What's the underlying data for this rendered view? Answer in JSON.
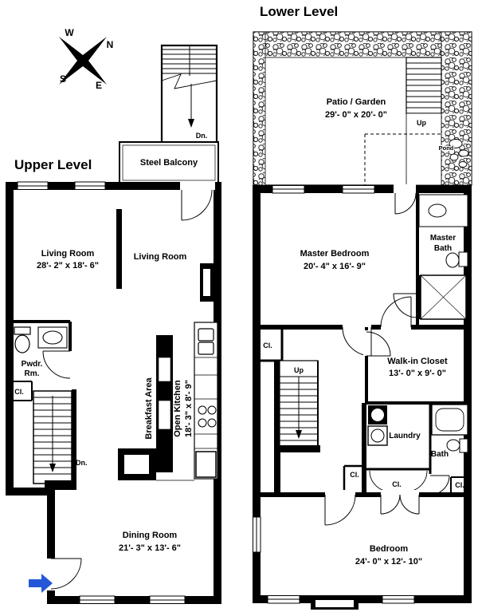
{
  "colors": {
    "wall": "#000000",
    "background": "#ffffff",
    "entry_arrow": "#2456d8"
  },
  "upper_level": {
    "title": "Upper Level",
    "compass": {
      "n": "N",
      "e": "E",
      "s": "S",
      "w": "W"
    },
    "stairs_top": {
      "label": "Dn."
    },
    "balcony": {
      "label": "Steel Balcony"
    },
    "living_room": {
      "name": "Living Room",
      "dims": "28'- 2\" x 18'- 6\""
    },
    "living_room_rear": {
      "name": "Living Room"
    },
    "powder_room": {
      "line1": "Pwdr.",
      "line2": "Rm."
    },
    "closet": {
      "label": "Cl."
    },
    "breakfast_area": {
      "label": "Breakfast Area"
    },
    "open_kitchen": {
      "name": "Open Kitchen",
      "dims": "18'- 3\" x 8'- 9\""
    },
    "stairs_mid": {
      "label": "Dn."
    },
    "dining_room": {
      "name": "Dining Room",
      "dims": "21'- 3\" x 13'- 6\""
    }
  },
  "lower_level": {
    "title": "Lower Level",
    "patio": {
      "name": "Patio / Garden",
      "dims": "29'- 0\" x 20'- 0\""
    },
    "garden_stairs": {
      "label": "Up"
    },
    "pond": {
      "label": "Pond"
    },
    "master_bedroom": {
      "name": "Master Bedroom",
      "dims": "20'- 4\" x 16'- 9\""
    },
    "master_bath": {
      "line1": "Master",
      "line2": "Bath"
    },
    "closet_hall": {
      "label": "Cl."
    },
    "stairs": {
      "label": "Up"
    },
    "walk_in_closet": {
      "name": "Walk-in Closet",
      "dims": "13'- 0\" x 9'- 0\""
    },
    "laundry": {
      "label": "Laundry"
    },
    "bath": {
      "label": "Bath"
    },
    "closet_mid": {
      "label": "Cl."
    },
    "closet_laundry": {
      "label": "Cl."
    },
    "closet_bath": {
      "label": "Cl."
    },
    "bedroom": {
      "name": "Bedroom",
      "dims": "24'- 0\" x 12'- 10\""
    }
  }
}
